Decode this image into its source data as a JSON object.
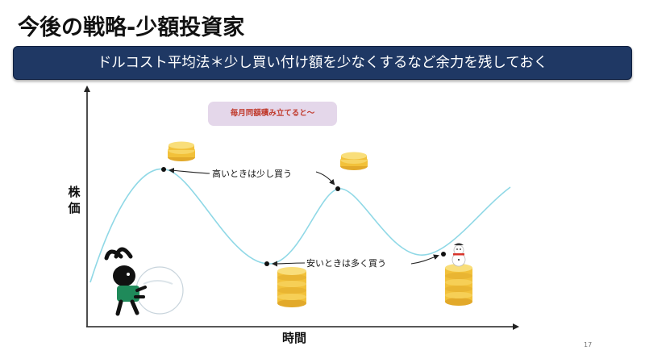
{
  "slide": {
    "title": "今後の戦略-少額投資家",
    "banner": "ドルコスト平均法＊少し買い付け額を少なくするなど余力を残しておく",
    "callout": "毎月同額積み立てると～",
    "y_axis_label": "株価",
    "x_axis_label": "時間",
    "annotation_high": "高いときは少し買う",
    "annotation_low": "安いときは多く買う",
    "page_number": "17"
  },
  "colors": {
    "banner_bg": "#1f3864",
    "curve": "#8fd8e6",
    "coin": "#f2c13a",
    "callout_bg": "#e4d7ea",
    "callout_text": "#c0392b"
  },
  "icons": [
    "coin-stack-icon",
    "snowman-icon",
    "rabbit-pushing-snowball-icon"
  ]
}
